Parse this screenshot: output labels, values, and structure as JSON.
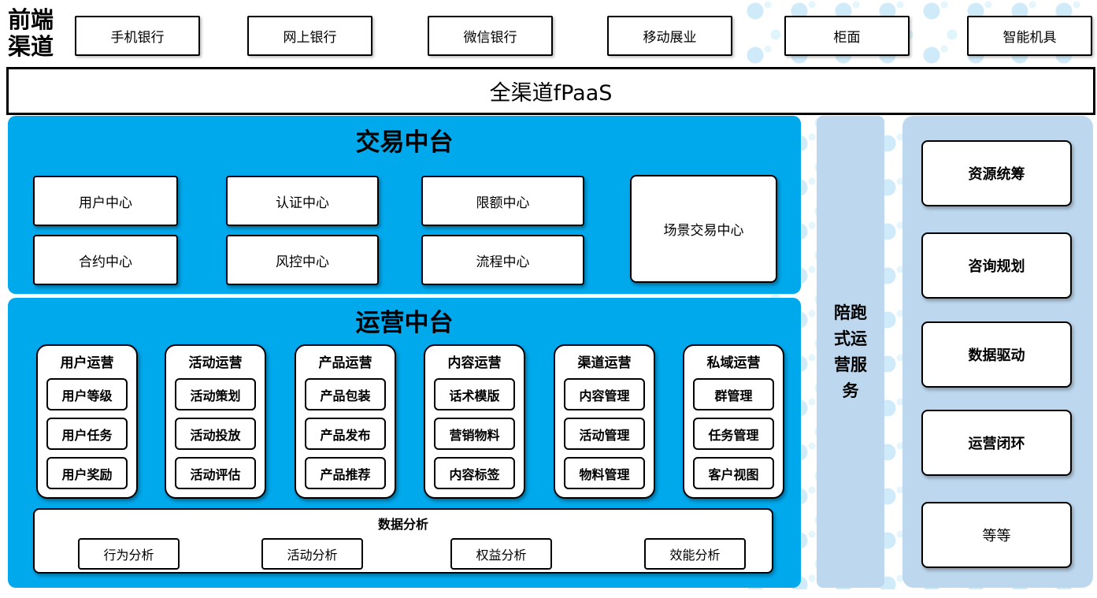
{
  "colors": {
    "accent_blue": "#00A8EC",
    "light_blue": "#BDD7EE",
    "dot_blue": "#CFEAF8"
  },
  "front_channels": {
    "label": "前端渠道",
    "items": [
      "手机银行",
      "网上银行",
      "微信银行",
      "移动展业",
      "柜面",
      "智能机具"
    ]
  },
  "fpaas": {
    "label": "全渠道fPaaS"
  },
  "trade_platform": {
    "title": "交易中台",
    "row1": [
      "用户中心",
      "认证中心",
      "限额中心"
    ],
    "row2": [
      "合约中心",
      "风控中心",
      "流程中心"
    ],
    "tall_box": "场景交易中心"
  },
  "operation_platform": {
    "title": "运营中台",
    "groups": [
      {
        "title": "用户运营",
        "items": [
          "用户等级",
          "用户任务",
          "用户奖励"
        ]
      },
      {
        "title": "活动运营",
        "items": [
          "活动策划",
          "活动投放",
          "活动评估"
        ]
      },
      {
        "title": "产品运营",
        "items": [
          "产品包装",
          "产品发布",
          "产品推荐"
        ]
      },
      {
        "title": "内容运营",
        "items": [
          "话术模版",
          "营销物料",
          "内容标签"
        ]
      },
      {
        "title": "渠道运营",
        "items": [
          "内容管理",
          "活动管理",
          "物料管理"
        ]
      },
      {
        "title": "私域运营",
        "items": [
          "群管理",
          "任务管理",
          "客户视图"
        ]
      }
    ],
    "analysis": {
      "title": "数据分析",
      "items": [
        "行为分析",
        "活动分析",
        "权益分析",
        "效能分析"
      ]
    }
  },
  "side_service": {
    "label": "陪跑式运营服务"
  },
  "right_column": {
    "items": [
      {
        "label": "资源统筹",
        "bold": true
      },
      {
        "label": "咨询规划",
        "bold": true
      },
      {
        "label": "数据驱动",
        "bold": true
      },
      {
        "label": "运营闭环",
        "bold": true
      },
      {
        "label": "等等",
        "bold": false
      }
    ]
  }
}
